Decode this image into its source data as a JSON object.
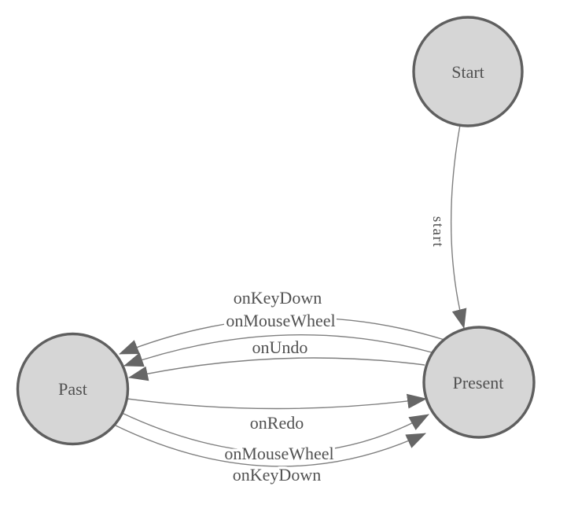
{
  "colors": {
    "background": "#ffffff",
    "node_fill": "#d6d6d6",
    "node_stroke": "#5f5f5f",
    "edge_stroke": "#7f7f7f",
    "arrow_fill": "#666666",
    "label_text": "#515151"
  },
  "nodes": [
    {
      "id": "start",
      "label": "Start"
    },
    {
      "id": "past",
      "label": "Past"
    },
    {
      "id": "present",
      "label": "Present"
    }
  ],
  "edges": [
    {
      "id": "start-to-present",
      "from": "Start",
      "to": "Present",
      "label": "start"
    },
    {
      "id": "present-to-past-onkeydown",
      "from": "Present",
      "to": "Past",
      "label": "onKeyDown"
    },
    {
      "id": "present-to-past-onmousewheel",
      "from": "Present",
      "to": "Past",
      "label": "onMouseWheel"
    },
    {
      "id": "present-to-past-onundo",
      "from": "Present",
      "to": "Past",
      "label": "onUndo"
    },
    {
      "id": "past-to-present-onredo",
      "from": "Past",
      "to": "Present",
      "label": "onRedo"
    },
    {
      "id": "past-to-present-onmousewheel",
      "from": "Past",
      "to": "Present",
      "label": "onMouseWheel"
    },
    {
      "id": "past-to-present-onkeydown",
      "from": "Past",
      "to": "Present",
      "label": "onKeyDown"
    }
  ]
}
